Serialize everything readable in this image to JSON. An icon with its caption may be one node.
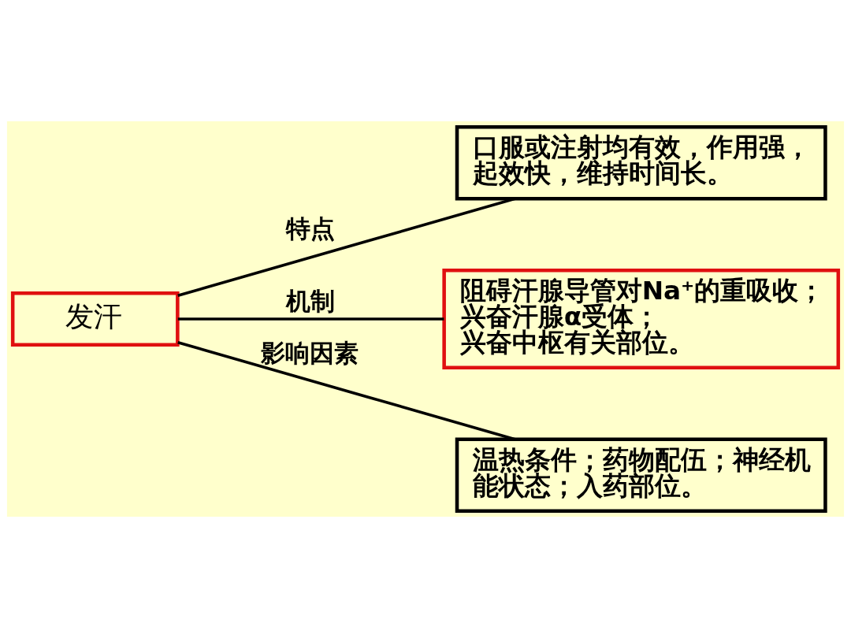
{
  "diagram": {
    "nodes": [
      {
        "text": [
          "发汗"
        ]
      },
      {
        "text": [
          "口服或注射均有效，作用强，起效快，维持时间长。"
        ]
      },
      {
        "text": [
          "阻碍汗腺导管对Na⁺的重吸收；",
          "兴奋汗腺α受体；",
          "兴奋中枢有关部位。"
        ]
      },
      {
        "text": [
          "温热条件；药物配伍；神经机能状态；入药部位。"
        ]
      }
    ],
    "edges": [
      {
        "from": 0,
        "to": 1,
        "arrow": "none",
        "label": "特点"
      },
      {
        "from": 0,
        "to": 2,
        "arrow": "none",
        "label": "机制"
      },
      {
        "from": 0,
        "to": 3,
        "arrow": "none",
        "label": "影响因素"
      }
    ]
  }
}
